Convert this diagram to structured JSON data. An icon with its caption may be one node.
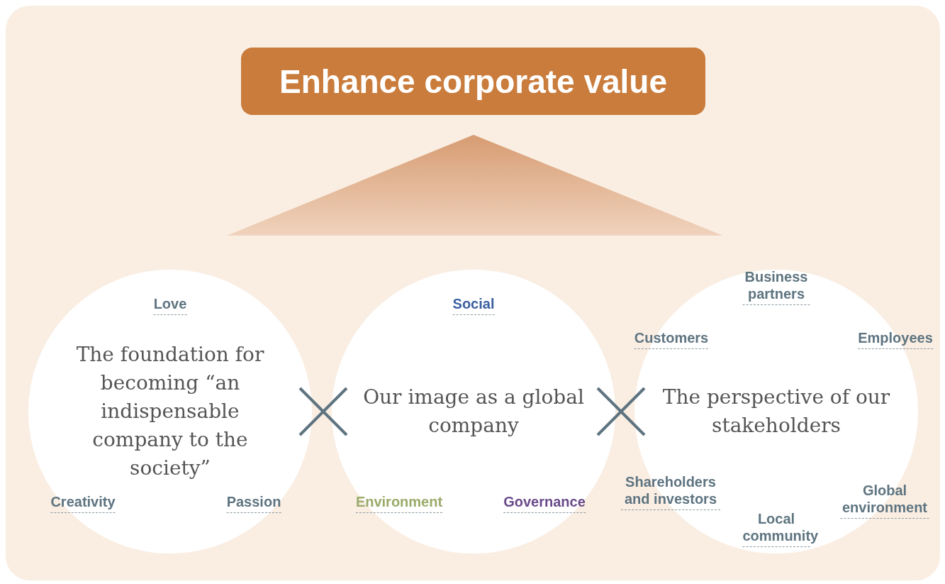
{
  "diagram": {
    "nodes": [
      {
        "text": [
          "Enhance corporate value"
        ]
      },
      {
        "text": [],
        "shape": "triangle"
      },
      {
        "text": [
          "Love",
          "The foundation for becoming “an indispensable company to the society”",
          "Creativity",
          "Passion"
        ]
      },
      {
        "text": [
          "Social",
          "Our image as a global company",
          "Environment",
          "Governance"
        ]
      },
      {
        "text": [
          "Business partners",
          "Customers",
          "Employees",
          "The perspective of our stakeholders",
          "Shareholders and investors",
          "Local community",
          "Global environment"
        ]
      }
    ],
    "edges": []
  }
}
